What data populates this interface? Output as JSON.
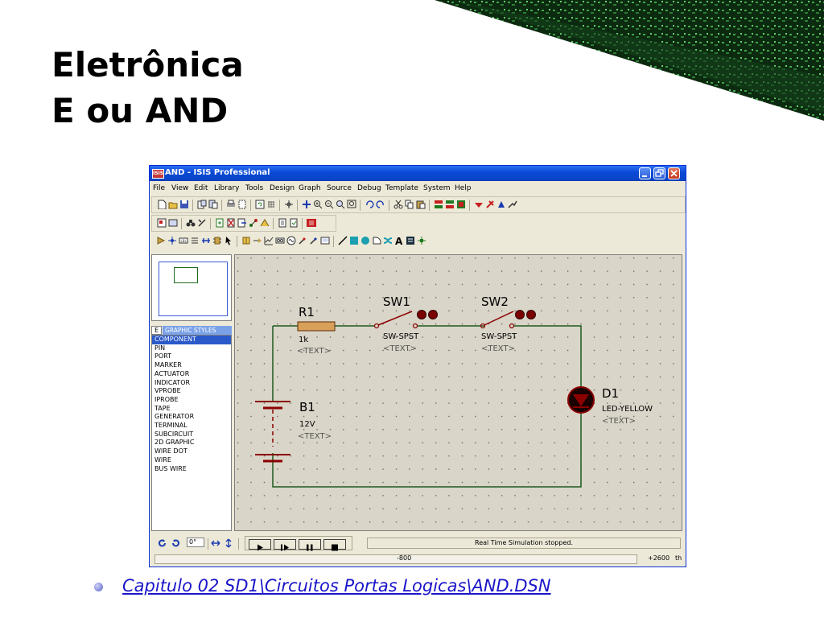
{
  "slide": {
    "title_line1": "Eletrônica",
    "title_line2": "E ou AND",
    "footer_link": "Capitulo 02 SD1\\Circuitos Portas Logicas\\AND.DSN"
  },
  "window": {
    "badge": "ISIS",
    "title": "AND - ISIS Professional",
    "menu": [
      "File",
      "View",
      "Edit",
      "Library",
      "Tools",
      "Design",
      "Graph",
      "Source",
      "Debug",
      "Template",
      "System",
      "Help"
    ]
  },
  "mode_panel": {
    "button_label": "E",
    "title": "GRAPHIC STYLES",
    "items": [
      "COMPONENT",
      "PIN",
      "PORT",
      "MARKER",
      "ACTUATOR",
      "INDICATOR",
      "VPROBE",
      "IPROBE",
      "TAPE",
      "GENERATOR",
      "TERMINAL",
      "SUBCIRCUIT",
      "2D GRAPHIC",
      "WIRE DOT",
      "WIRE",
      "BUS WIRE"
    ],
    "selected": "COMPONENT"
  },
  "schematic": {
    "r1": {
      "ref": "R1",
      "value": "1k",
      "text": "<TEXT>"
    },
    "sw1": {
      "ref": "SW1",
      "value": "SW-SPST",
      "text": "<TEXT>"
    },
    "sw2": {
      "ref": "SW2",
      "value": "SW-SPST",
      "text": "<TEXT>"
    },
    "b1": {
      "ref": "B1",
      "value": "12V",
      "text": "<TEXT>"
    },
    "d1": {
      "ref": "D1",
      "value": "LED-YELLOW",
      "text": "<TEXT>"
    },
    "colors": {
      "wire": "#1e5a1e",
      "component": "#8b0000",
      "background": "#d9d5c8",
      "text": "#000000"
    }
  },
  "bottom": {
    "rotation_value": "0°",
    "sim_status": "Real Time Simulation stopped.",
    "coord_x": "-800",
    "coord_y": "+2600",
    "units": "th"
  }
}
